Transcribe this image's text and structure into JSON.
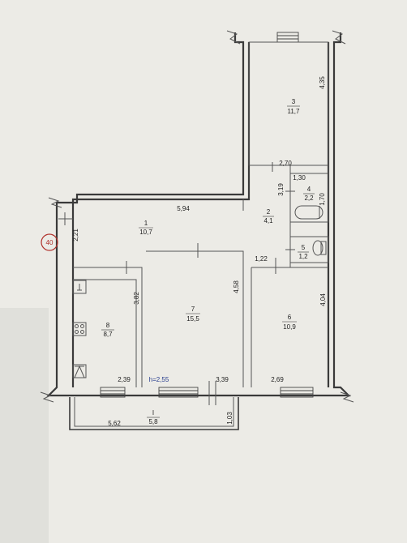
{
  "plan": {
    "apartment_number": "40",
    "ceiling_height": "h=2,55",
    "rooms": [
      {
        "id": "r3",
        "number": "3",
        "area": "11,7"
      },
      {
        "id": "r4",
        "number": "4",
        "area": "2,2"
      },
      {
        "id": "r2",
        "number": "2",
        "area": "4,1"
      },
      {
        "id": "r5",
        "number": "5",
        "area": "1,2"
      },
      {
        "id": "r1",
        "number": "1",
        "area": "10,7"
      },
      {
        "id": "r7",
        "number": "7",
        "area": "15,5"
      },
      {
        "id": "r6",
        "number": "6",
        "area": "10,9"
      },
      {
        "id": "r8",
        "number": "8",
        "area": "8,7"
      },
      {
        "id": "balcony",
        "number": "I",
        "area": "5,8"
      }
    ],
    "dimensions": {
      "d435": "4,35",
      "d270": "2,70",
      "d130": "1,30",
      "d319": "3,19",
      "d170": "1,70",
      "d594": "5,94",
      "d221": "2,21",
      "d122": "1,22",
      "d458": "4,58",
      "d382": "3,82",
      "d404": "4,04",
      "d239": "2,39",
      "d339": "3,39",
      "d269": "2,69",
      "d562": "5,62",
      "d103": "1,03"
    }
  }
}
